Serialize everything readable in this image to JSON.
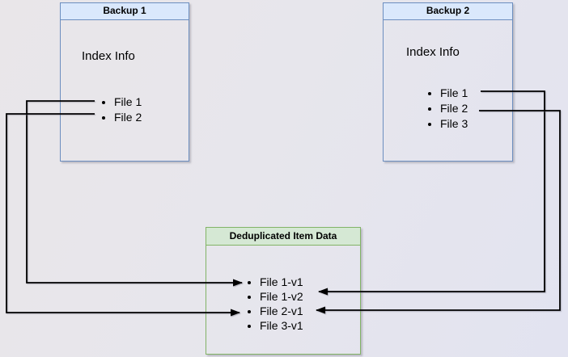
{
  "backup1": {
    "title": "Backup 1",
    "subtitle": "Index Info",
    "files": [
      "File 1",
      "File 2"
    ]
  },
  "backup2": {
    "title": "Backup 2",
    "subtitle": "Index Info",
    "files": [
      "File 1",
      "File 2",
      "File 3"
    ]
  },
  "dedup": {
    "title": "Deduplicated Item Data",
    "items": [
      "File 1-v1",
      "File 1-v2",
      "File 2-v1",
      "File 3-v1"
    ]
  },
  "connections": [
    {
      "from": "Backup 1 / File 1",
      "to": "File 1-v1"
    },
    {
      "from": "Backup 1 / File 2",
      "to": "File 2-v1"
    },
    {
      "from": "Backup 2 / File 1",
      "to": "File 1-v2"
    },
    {
      "from": "Backup 2 / File 2",
      "to": "File 2-v1"
    }
  ],
  "colors": {
    "blue_border": "#6c8ebf",
    "blue_fill": "#dae8fc",
    "green_border": "#82b366",
    "green_fill": "#d5e8d4",
    "line": "#000000"
  }
}
